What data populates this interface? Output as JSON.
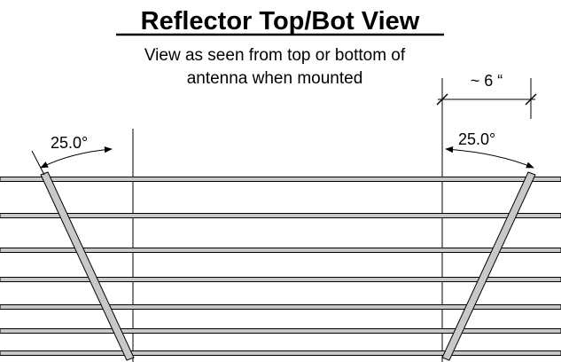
{
  "title": "Reflector Top/Bot View",
  "subtitle_line1": "View as seen from top or bottom of",
  "subtitle_line2": "antenna when mounted",
  "dimension_label": "~ 6 “",
  "angle_left_label": "25.0°",
  "angle_right_label": "25.0°",
  "colors": {
    "rod_fill": "#c8c8c8",
    "rod_stroke": "#000000",
    "line": "#000000"
  },
  "reflector_rod_count": 7
}
